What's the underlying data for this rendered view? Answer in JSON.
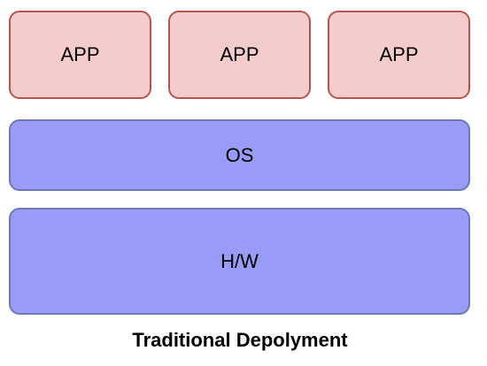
{
  "colors": {
    "app_fill": "#f4cccc",
    "app_stroke": "#b85450",
    "layer_fill": "#989cf6",
    "layer_stroke": "#6c79b8"
  },
  "apps": [
    {
      "label": "APP"
    },
    {
      "label": "APP"
    },
    {
      "label": "APP"
    }
  ],
  "os": {
    "label": "OS"
  },
  "hardware": {
    "label": "H/W"
  },
  "caption": "Traditional Depolyment"
}
